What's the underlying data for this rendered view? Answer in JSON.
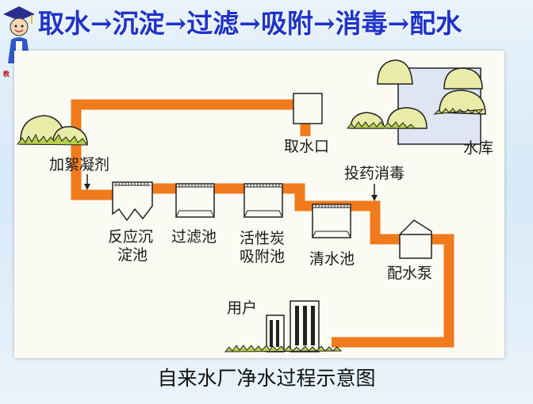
{
  "title": "取水→沉淀→过滤→吸附→消毒→配水",
  "side_text": "教",
  "labels": {
    "intake": "取水口",
    "reservoir": "水库",
    "coagulant": "加絮凝剂",
    "disinfect": "投药消毒",
    "reaction_tank_line1": "反应沉",
    "reaction_tank_line2": "淀池",
    "filter_tank": "过滤池",
    "carbon_line1": "活性炭",
    "carbon_line2": "吸附池",
    "clear_tank": "清水池",
    "pump": "配水泵",
    "users": "用户"
  },
  "caption": "自来水厂净水过程示意图",
  "colors": {
    "title": "#1f33c8",
    "pipe": "#f07a1c",
    "tree_fill": "#e9eca8"
  }
}
